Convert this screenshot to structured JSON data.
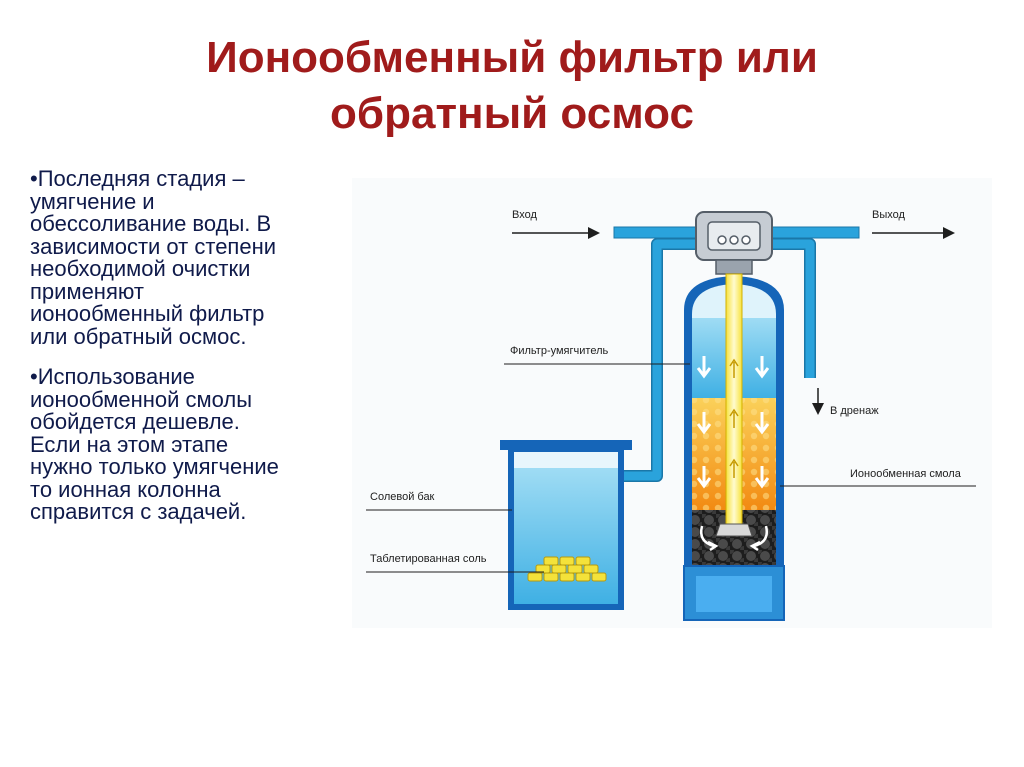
{
  "slide": {
    "title_lines": [
      "Ионообменный фильтр или",
      "обратный осмос"
    ],
    "bullets": [
      {
        "lines": [
          "•Последняя стадия –",
          "умягчение и",
          "обессоливание воды. В",
          "зависимости от степени",
          "необходимой очистки",
          "применяют",
          "ионообменный фильтр",
          "или обратный осмос."
        ]
      },
      {
        "lines": [
          "•Использование",
          "ионообменной смолы",
          "обойдется дешевле.",
          "Если на этом этапе",
          "нужно только умягчение",
          "то ионная колонна",
          "справится с задачей."
        ]
      }
    ]
  },
  "diagram": {
    "labels": {
      "inlet": "Вход",
      "outlet": "Выход",
      "softener": "Фильтр-умягчитель",
      "drain": "В дренаж",
      "resin": "Ионообменная смола",
      "brine_tank": "Солевой бак",
      "salt": "Таблетированная соль"
    },
    "colors": {
      "title": "#a01b1b",
      "pipe": "#2aa3dc",
      "water": "#6fc6ec",
      "resin": "#f7a21b",
      "gravel": "#2b2b2b",
      "tank_frame": "#1565b8",
      "salt": "#f4e23a"
    }
  }
}
